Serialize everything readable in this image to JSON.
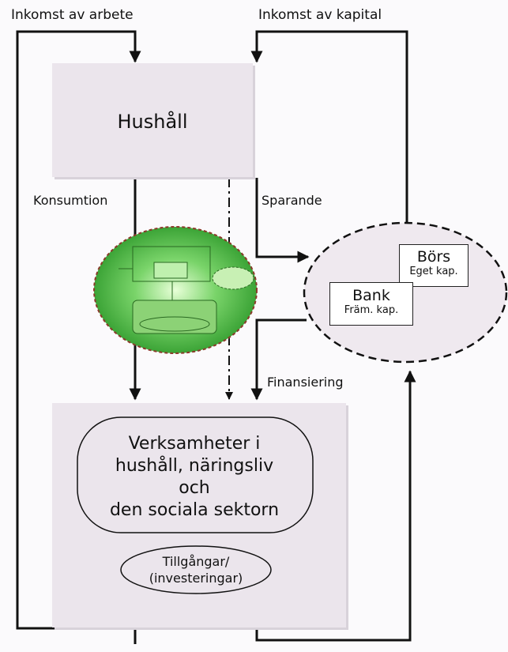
{
  "top_labels": {
    "income_labor": "Inkomst av arbete",
    "income_capital": "Inkomst av kapital"
  },
  "hushall": {
    "title": "Hushåll"
  },
  "flows": {
    "consumption": "Konsumtion",
    "saving": "Sparande",
    "financing": "Finansiering"
  },
  "market": {
    "bors": {
      "title": "Börs",
      "subtitle": "Eget kap."
    },
    "bank": {
      "title": "Bank",
      "subtitle": "Främ. kap."
    }
  },
  "verksamheter": {
    "lines": [
      "Verksamheter i",
      "hushåll, näringsliv",
      "och",
      "den sociala sektorn"
    ],
    "assets": [
      "Tillgångar/",
      "(investeringar)"
    ]
  },
  "colors": {
    "box_fill": "#ebe5ec",
    "line": "#111111",
    "green": "#3fae3a"
  }
}
